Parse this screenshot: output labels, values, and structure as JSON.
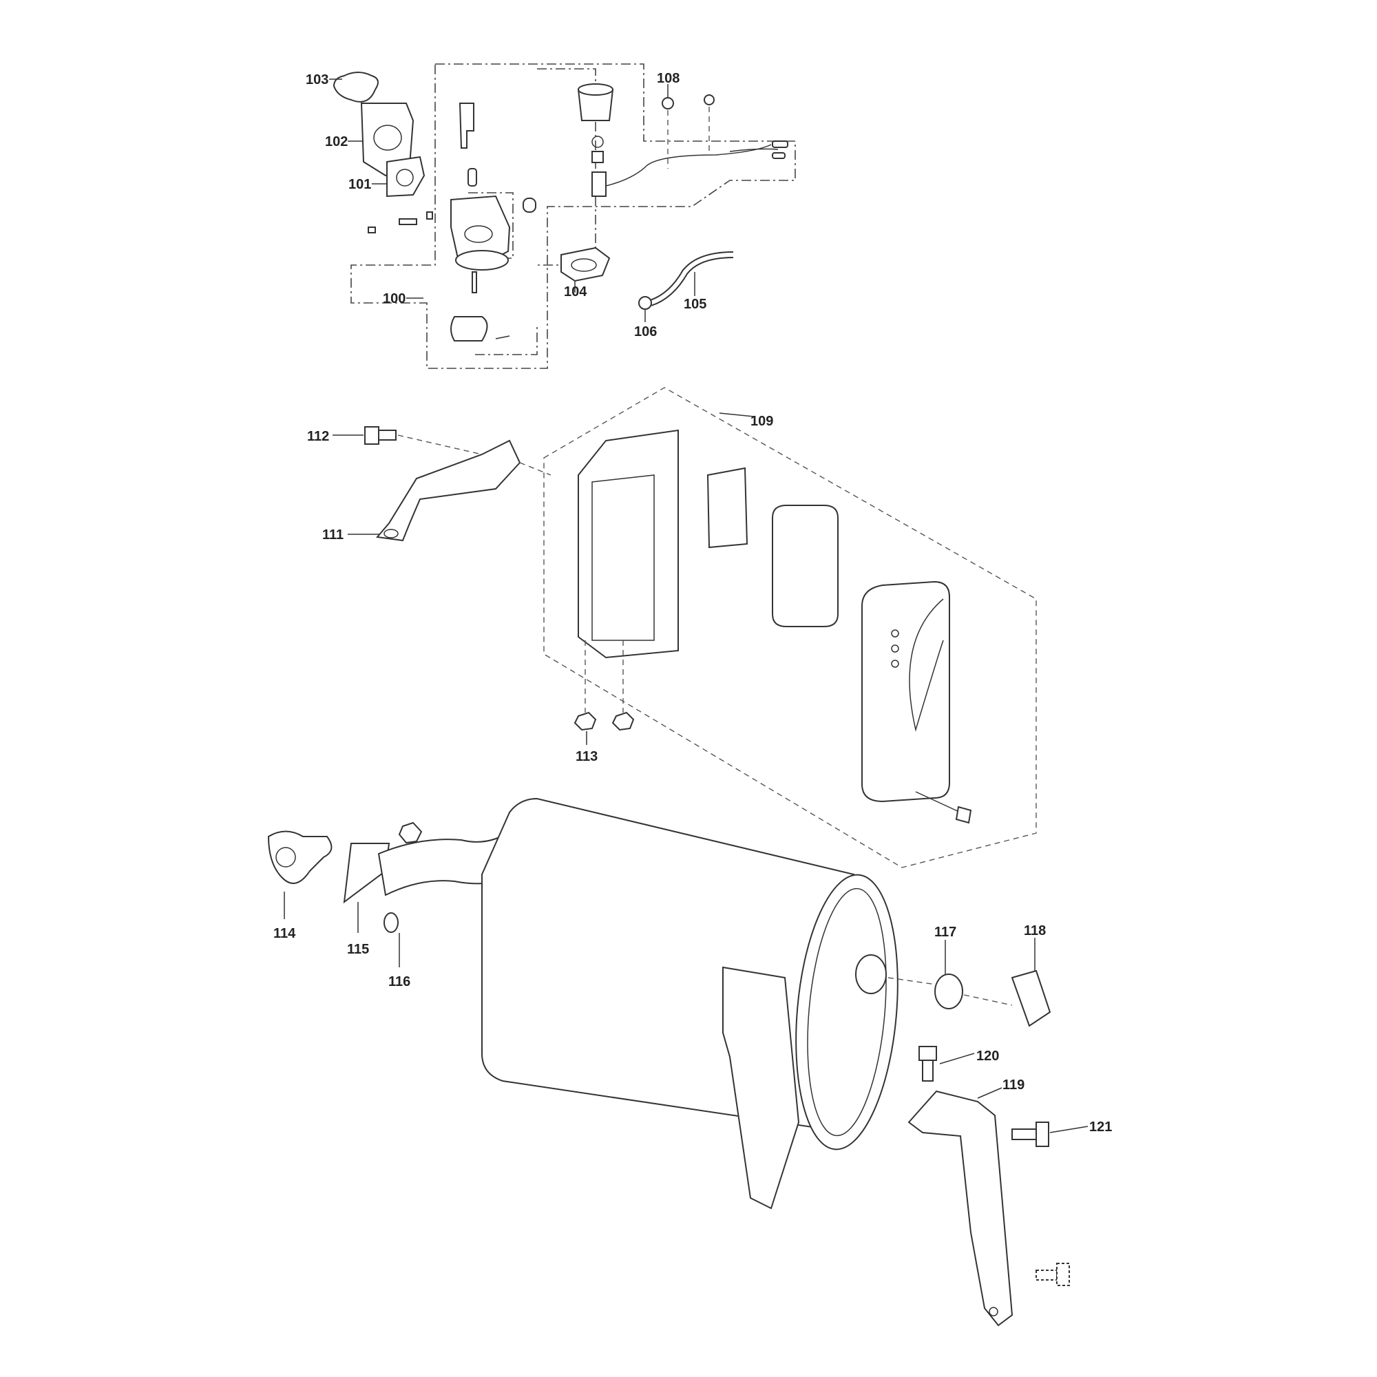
{
  "diagram": {
    "type": "exploded-parts-view",
    "callouts": {
      "p100": "100",
      "p101": "101",
      "p102": "102",
      "p103": "103",
      "p104": "104",
      "p105": "105",
      "p106": "106",
      "p108": "108",
      "p109": "109",
      "p111": "111",
      "p112": "112",
      "p113": "113",
      "p114": "114",
      "p115": "115",
      "p116": "116",
      "p117": "117",
      "p118": "118",
      "p119": "119",
      "p120": "120",
      "p121": "121"
    },
    "colors": {
      "line": "#333333",
      "background": "#ffffff"
    }
  }
}
